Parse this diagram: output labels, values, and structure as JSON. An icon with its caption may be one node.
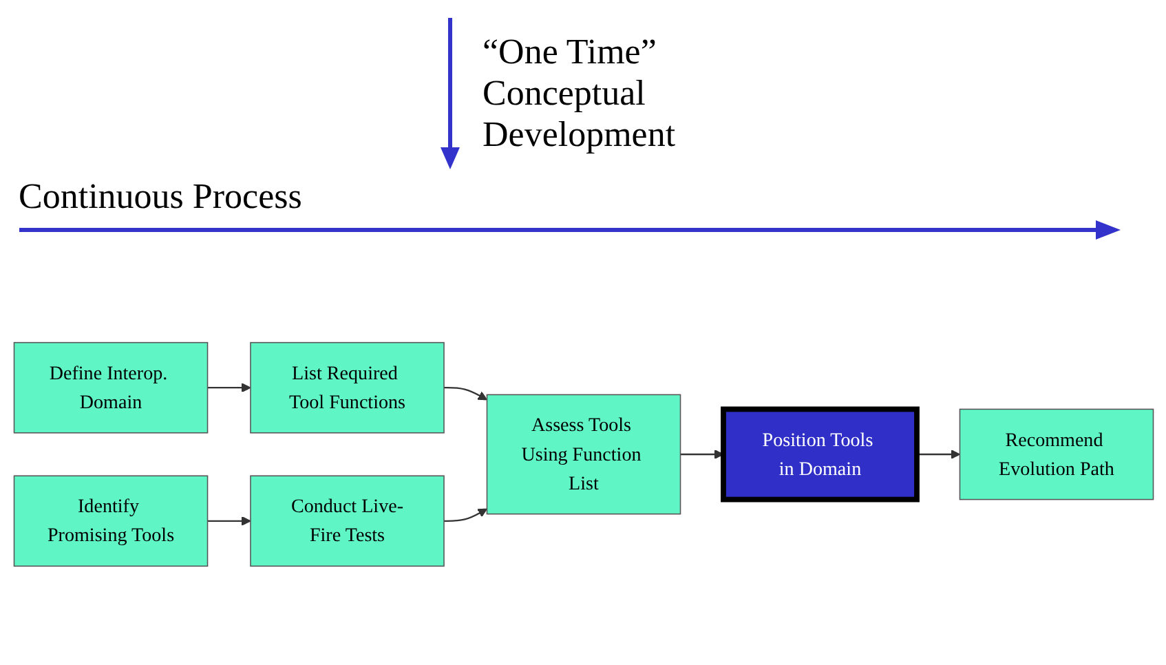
{
  "diagram": {
    "nodes": [
      {
        "text": [
          "Define Interop. Domain"
        ]
      },
      {
        "text": [
          "List Required Tool Functions"
        ]
      },
      {
        "text": [
          "Identify Promising Tools"
        ]
      },
      {
        "text": [
          "Conduct Live-Fire Tests"
        ]
      },
      {
        "text": [
          "Assess Tools Using Function List"
        ]
      },
      {
        "text": [
          "Position Tools in Domain"
        ]
      },
      {
        "text": [
          "Recommend Evolution Path"
        ]
      }
    ],
    "edges": [
      {
        "from": 0,
        "to": 1,
        "arrow": "to"
      },
      {
        "from": 1,
        "to": 4,
        "arrow": "to"
      },
      {
        "from": 2,
        "to": 3,
        "arrow": "to"
      },
      {
        "from": 3,
        "to": 4,
        "arrow": "to"
      },
      {
        "from": 4,
        "to": 5,
        "arrow": "to"
      },
      {
        "from": 5,
        "to": 6,
        "arrow": "to"
      }
    ],
    "labels": [
      "“One Time” Conceptual Development",
      "Continuous Process"
    ]
  }
}
